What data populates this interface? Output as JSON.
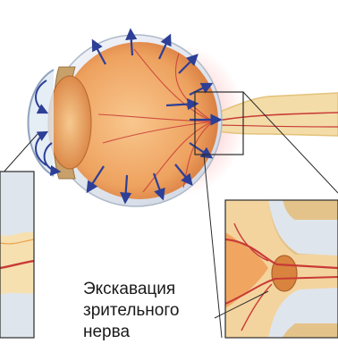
{
  "caption": {
    "line1": "Экскавация",
    "line2": "зрительного",
    "line3": "нерва"
  },
  "colors": {
    "sclera": "#e9edf3",
    "retina_fill": "#f1b06a",
    "retina_shadow": "#d77b3c",
    "vessel": "#c93a36",
    "arrow": "#2d3f96",
    "lens": "#eda85f",
    "cornea": "#c9d7e6",
    "glow": "#ff6f6f",
    "nerve": "#f3dca8"
  },
  "icons": {
    "pressure_arrows": "arrow-icon",
    "zoom_frame": "square-outline"
  }
}
